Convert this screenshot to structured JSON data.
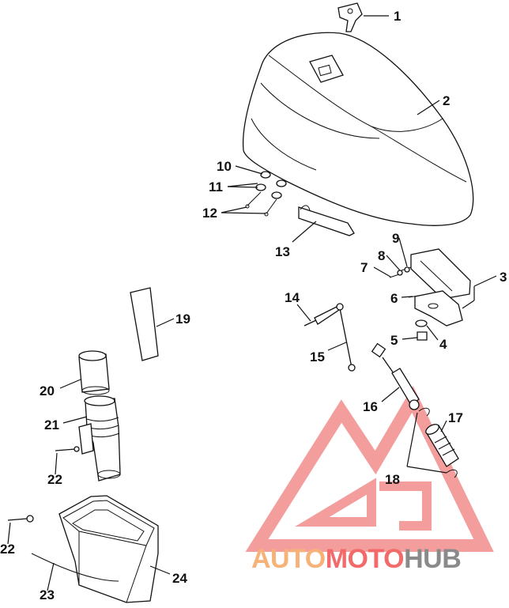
{
  "callouts": [
    "1",
    "2",
    "3",
    "4",
    "5",
    "6",
    "7",
    "8",
    "9",
    "10",
    "11",
    "12",
    "13",
    "14",
    "15",
    "16",
    "17",
    "18",
    "19",
    "20",
    "21",
    "22",
    "22",
    "23",
    "24"
  ],
  "watermark": {
    "part1": "AUTO",
    "part2": "MOTO",
    "part3": "HUB",
    "color_orange": "#f7b27a",
    "color_red": "#f26a6a",
    "color_gray": "#8a8a8a"
  },
  "colors": {
    "line": "#111111",
    "background": "#ffffff"
  }
}
